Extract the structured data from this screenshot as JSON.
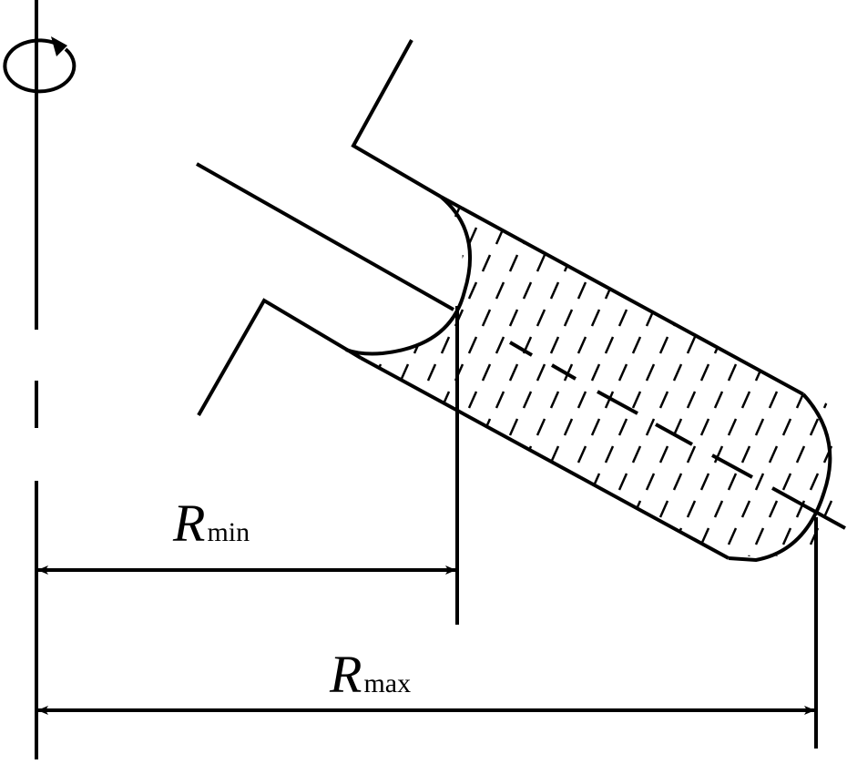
{
  "diagram": {
    "labels": {
      "r_min": {
        "symbol": "R",
        "subscript": "min"
      },
      "r_max": {
        "symbol": "R",
        "subscript": "max"
      }
    },
    "colors": {
      "ink": "#000000",
      "background": "#ffffff"
    }
  }
}
